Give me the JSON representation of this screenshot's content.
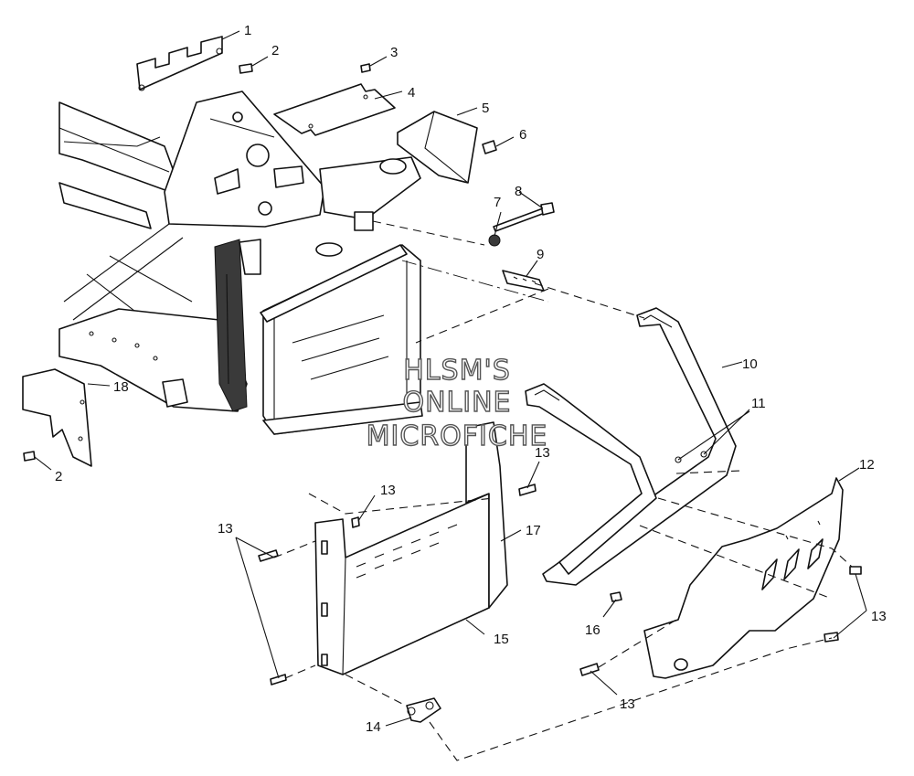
{
  "watermark": {
    "line1": "HLSM'S",
    "line2": "ONLINE",
    "line3": "MICROFICHE"
  },
  "callouts": [
    "1",
    "2",
    "3",
    "4",
    "5",
    "6",
    "7",
    "8",
    "9",
    "10",
    "11",
    "12",
    "13",
    "13",
    "13",
    "13",
    "13",
    "14",
    "15",
    "16",
    "17",
    "18",
    "2"
  ]
}
